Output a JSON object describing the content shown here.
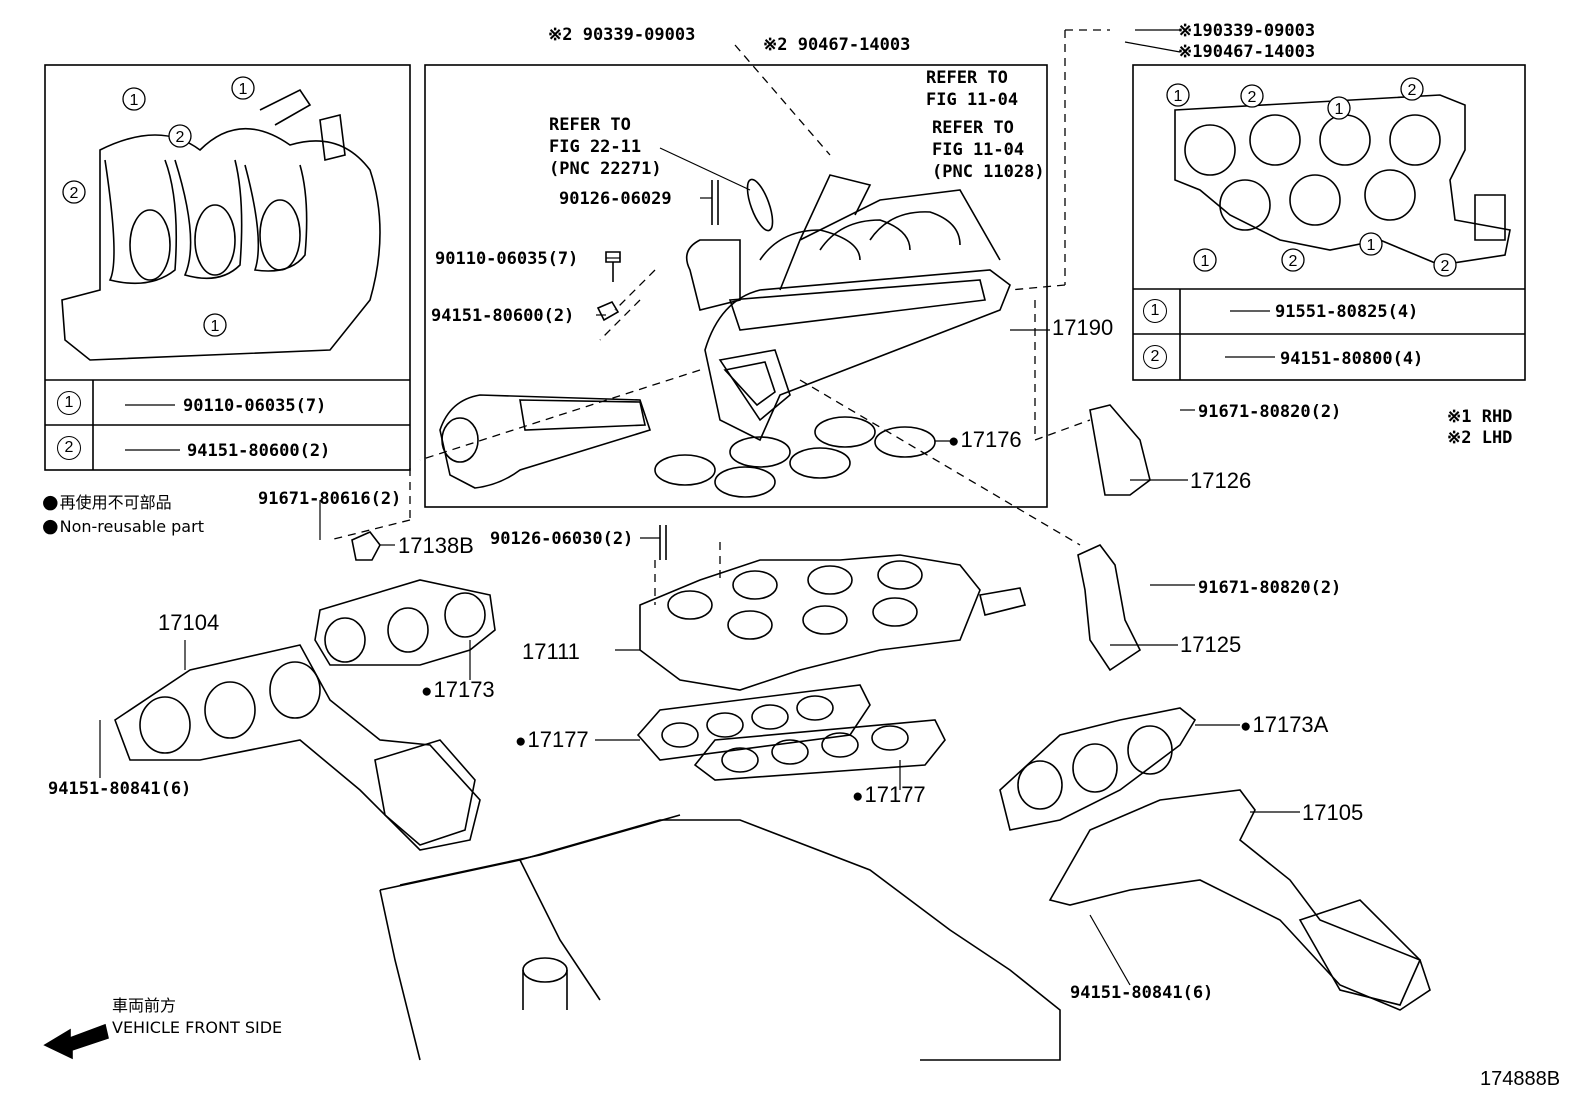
{
  "diagram_id": "174888B",
  "legend": {
    "nonreusable_jp": "再使用不可部品",
    "nonreusable_en": "Non-reusable part",
    "rhd": "※1 RHD",
    "lhd": "※2 LHD"
  },
  "front": {
    "jp": "車両前方",
    "en": "VEHICLE FRONT SIDE"
  },
  "left_table": {
    "row1": {
      "num": "1",
      "part": "90110-06035(7)"
    },
    "row2": {
      "num": "2",
      "part": "94151-80600(2)"
    }
  },
  "right_table": {
    "row1": {
      "num": "1",
      "part": "91551-80825(4)"
    },
    "row2": {
      "num": "2",
      "part": "94151-80800(4)"
    }
  },
  "callouts": {
    "fig22": "REFER TO\nFIG 22-11\n(PNC 22271)",
    "fig11a": "REFER TO\nFIG 11-04",
    "fig11b": "REFER TO\nFIG 11-04\n(PNC 11028)",
    "top_l1": "※2 90339-09003",
    "top_l2": "※2 90467-14003",
    "top_r1": "※190339-09003",
    "top_r2": "※190467-14003",
    "p90126_06029": "90126-06029",
    "p90110_06035": "90110-06035(7)",
    "p94151_80600": "94151-80600(2)",
    "p17190": "17190",
    "p17176": "17176",
    "p91671_80820a": "91671-80820(2)",
    "p17126": "17126",
    "p91671_80616": "91671-80616(2)",
    "p17138B": "17138B",
    "p90126_06030": "90126-06030(2)",
    "p91671_80820b": "91671-80820(2)",
    "p17125": "17125",
    "p17104": "17104",
    "p17111": "17111",
    "p17173": "17173",
    "p17177a": "17177",
    "p17177b": "17177",
    "p17173A": "17173A",
    "p17105": "17105",
    "p94151_80841a": "94151-80841(6)",
    "p94151_80841b": "94151-80841(6)"
  }
}
